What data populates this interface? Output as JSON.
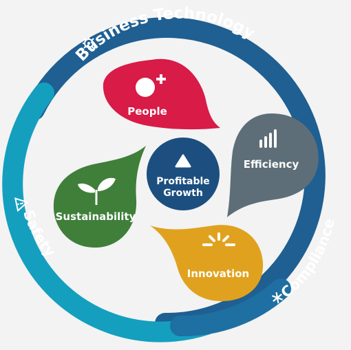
{
  "ring": {
    "top_label": "Business Technology",
    "right_label": "Compliance",
    "left_label": "Safety"
  },
  "center": {
    "line1": "Profitable",
    "line2": "Growth"
  },
  "petals": {
    "people": "People",
    "efficiency": "Efficiency",
    "sustainability": "Sustainability",
    "innovation": "Innovation"
  },
  "colors": {
    "background": "#f3f3f3",
    "ring_dark": "#1f5f92",
    "ring_light": "#149fbf",
    "people": "#d81b47",
    "efficiency": "#5e6e78",
    "sustainability": "#3f7f3a",
    "innovation": "#e0a21e",
    "center": "#1c4f7f"
  },
  "icons": {
    "business_technology": "circuit-icon",
    "compliance": "asterisk-icon",
    "safety": "warning-triangle-icon",
    "people": "person-plus-icon",
    "efficiency": "bar-growth-icon",
    "sustainability": "sprout-icon",
    "innovation": "idea-burst-icon",
    "center": "up-triangle-icon"
  }
}
